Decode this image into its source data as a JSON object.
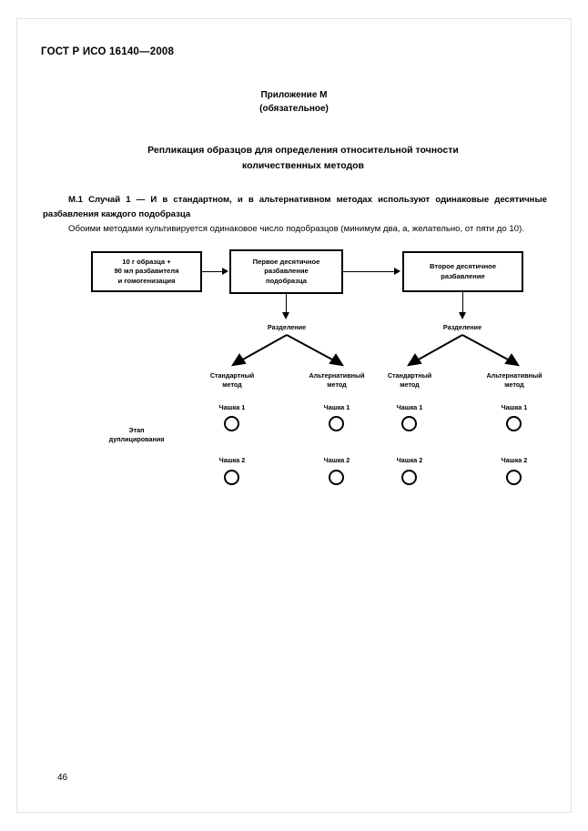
{
  "header": {
    "standard_code": "ГОСТ Р ИСО 16140—2008"
  },
  "appendix": {
    "title": "Приложение М",
    "subtitle": "(обязательное)"
  },
  "doc_title": {
    "line1": "Репликация образцов для определения относительной точности",
    "line2": "количественных методов"
  },
  "paragraphs": {
    "p1_bold": "М.1 Случай 1 — И в стандартном, и в альтернативном методах используют одинаковые десятичные разбавления каждого подобразца",
    "p2": "Обоими методами культивируется одинаковое число подобразцов  (минимум два, а, желательно,  от пяти до 10)."
  },
  "diagram": {
    "boxes": [
      {
        "line1": "10 г образца +",
        "line2": "90 мл разбавителя",
        "line3": "и гомогенизация"
      },
      {
        "line1": "Первое десятичное",
        "line2": "разбавление",
        "line3": "подобразца"
      },
      {
        "line1": "Второе десятичное",
        "line2": "разбавление",
        "line3": ""
      }
    ],
    "split_labels": [
      "Разделение",
      "Разделение"
    ],
    "methods": [
      {
        "line1": "Стандартный",
        "line2": "метод"
      },
      {
        "line1": "Альтернативный",
        "line2": "метод"
      },
      {
        "line1": "Стандартный",
        "line2": "метод"
      },
      {
        "line1": "Альтернативный",
        "line2": "метод"
      }
    ],
    "dish_row1": [
      "Чашка 1",
      "Чашка 1",
      "Чашка 1",
      "Чашка 1"
    ],
    "dish_row2": [
      "Чашка 2",
      "Чашка 2",
      "Чашка 2",
      "Чашка 2"
    ],
    "stage_label": {
      "line1": "Этап",
      "line2": "дуплицирования"
    }
  },
  "footer": {
    "page_number": "46"
  },
  "colors": {
    "ink": "#000000",
    "page_border": "#e3e3e3",
    "paper": "#ffffff"
  }
}
